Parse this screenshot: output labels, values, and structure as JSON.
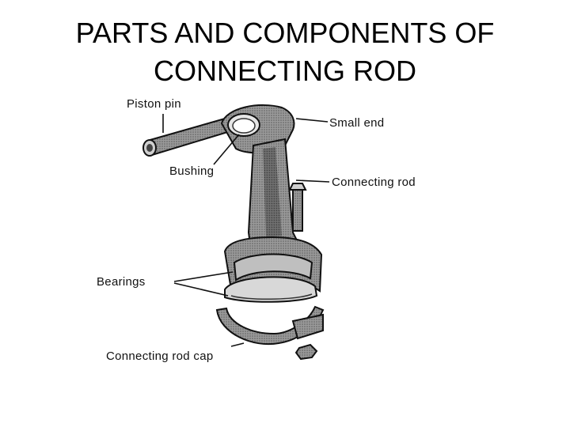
{
  "title": {
    "line1": "PARTS AND COMPONENTS OF",
    "line2": "CONNECTING ROD"
  },
  "diagram": {
    "labels": {
      "piston_pin": "Piston pin",
      "small_end": "Small end",
      "bushing": "Bushing",
      "connecting_rod": "Connecting rod",
      "bearings": "Bearings",
      "connecting_rod_cap": "Connecting rod cap"
    },
    "colors": {
      "ink": "#111111",
      "metal": "#8a8a8a",
      "shadow": "#4a4a4a",
      "highlight": "#d0d0d0"
    }
  }
}
